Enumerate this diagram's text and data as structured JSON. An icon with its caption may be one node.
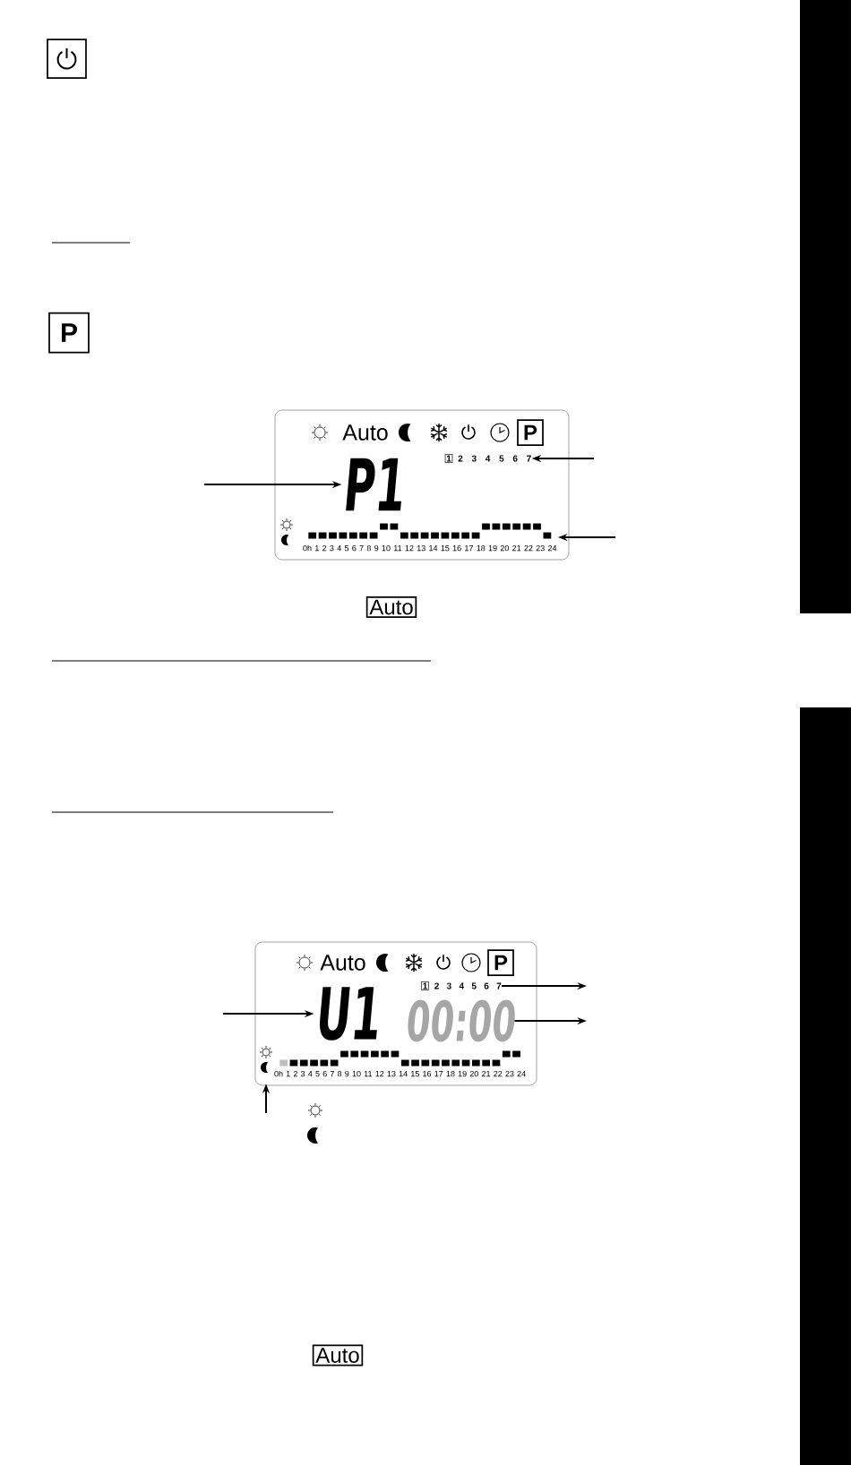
{
  "diagram": {
    "nodes": [
      {
        "text": [
          "Auto",
          "P"
        ]
      },
      {
        "text": [
          "P1"
        ],
        "in": 0
      },
      {
        "text": [
          "1",
          "2 3 4 5 6 7"
        ],
        "in": 0
      },
      {
        "text": [
          "0h 1 2 3 4 5 6 7 8 9 10 11 12 13 14 15 16 17 18 19 20 21 22 23 24"
        ],
        "in": 0
      },
      {
        "text": [
          "Auto",
          "P"
        ]
      },
      {
        "text": [
          "U1"
        ],
        "in": 4
      },
      {
        "text": [
          "1",
          "2 3 4 5 6 7"
        ],
        "in": 4
      },
      {
        "text": [
          "00:00"
        ],
        "in": 4
      },
      {
        "text": [
          "0h 1 2 3 4 5 6 7 8 9 10 11 12 13 14 15 16 17 18 19 20 21 22 23 24"
        ],
        "in": 4
      },
      {
        "text": [],
        "shape": "picture",
        "in": 4
      }
    ],
    "edges": [
      {
        "from": null,
        "to": 1,
        "arrow": "to"
      },
      {
        "from": null,
        "to": 2,
        "arrow": "to"
      },
      {
        "from": null,
        "to": 3,
        "arrow": "to"
      },
      {
        "from": null,
        "to": 5,
        "arrow": "to"
      },
      {
        "from": 6,
        "to": null,
        "arrow": "to"
      },
      {
        "from": 7,
        "to": null,
        "arrow": "to"
      },
      {
        "from": null,
        "to": 9,
        "arrow": "to"
      }
    ],
    "labels": [
      "P",
      "Auto",
      "Auto"
    ]
  }
}
